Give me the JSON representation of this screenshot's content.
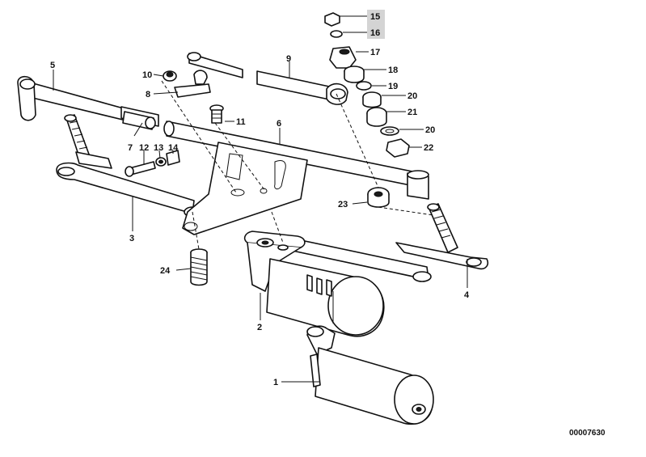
{
  "diagram": {
    "reference_number": "00007630",
    "highlighted_part": "15",
    "callouts": [
      {
        "id": "c1",
        "label": "1"
      },
      {
        "id": "c2",
        "label": "2"
      },
      {
        "id": "c3",
        "label": "3"
      },
      {
        "id": "c4",
        "label": "4"
      },
      {
        "id": "c5",
        "label": "5"
      },
      {
        "id": "c6",
        "label": "6"
      },
      {
        "id": "c7",
        "label": "7"
      },
      {
        "id": "c8",
        "label": "8"
      },
      {
        "id": "c9",
        "label": "9"
      },
      {
        "id": "c10",
        "label": "10"
      },
      {
        "id": "c11",
        "label": "11"
      },
      {
        "id": "c12",
        "label": "12"
      },
      {
        "id": "c13",
        "label": "13"
      },
      {
        "id": "c14",
        "label": "14"
      },
      {
        "id": "c15",
        "label": "15"
      },
      {
        "id": "c16",
        "label": "16"
      },
      {
        "id": "c17",
        "label": "17"
      },
      {
        "id": "c18",
        "label": "18"
      },
      {
        "id": "c19",
        "label": "19"
      },
      {
        "id": "c20a",
        "label": "20"
      },
      {
        "id": "c21",
        "label": "21"
      },
      {
        "id": "c20b",
        "label": "20"
      },
      {
        "id": "c22",
        "label": "22"
      },
      {
        "id": "c23",
        "label": "23"
      },
      {
        "id": "c24",
        "label": "24"
      }
    ]
  }
}
